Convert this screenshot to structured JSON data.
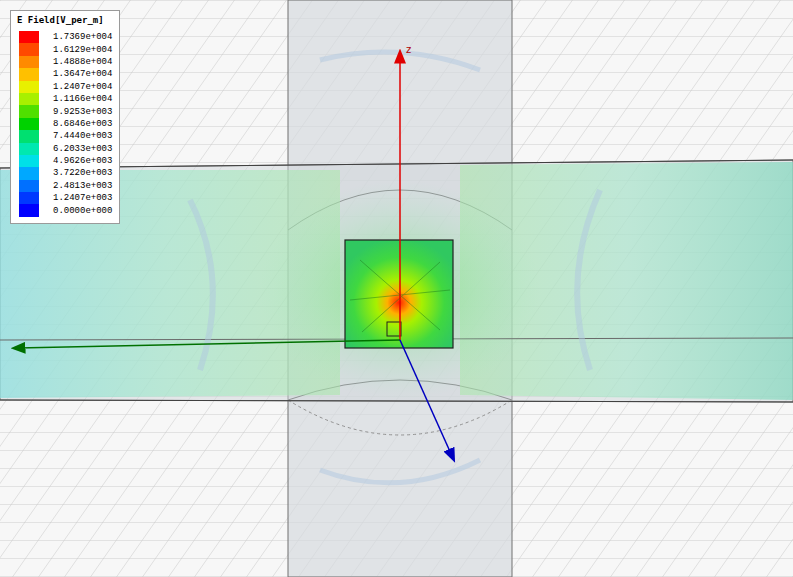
{
  "diagram": {
    "labels": [
      "E Field[V_per_m]",
      "z"
    ],
    "legend": [
      {
        "text": "1.7369e+004",
        "color": "#ff0000"
      },
      {
        "text": "1.6129e+004",
        "color": "#ff4a00"
      },
      {
        "text": "1.4888e+004",
        "color": "#ff8a00"
      },
      {
        "text": "1.3647e+004",
        "color": "#ffc000"
      },
      {
        "text": "1.2407e+004",
        "color": "#e8f000"
      },
      {
        "text": "1.1166e+004",
        "color": "#a8f000"
      },
      {
        "text": "9.9253e+003",
        "color": "#50e000"
      },
      {
        "text": "8.6846e+003",
        "color": "#00d200"
      },
      {
        "text": "7.4440e+003",
        "color": "#00e070"
      },
      {
        "text": "6.2033e+003",
        "color": "#00e8b0"
      },
      {
        "text": "4.9626e+003",
        "color": "#00e0e8"
      },
      {
        "text": "3.7220e+003",
        "color": "#00a8ff"
      },
      {
        "text": "2.4813e+003",
        "color": "#0070ff"
      },
      {
        "text": "1.2407e+003",
        "color": "#0038ff"
      },
      {
        "text": "0.0000e+000",
        "color": "#0000ff"
      }
    ]
  }
}
